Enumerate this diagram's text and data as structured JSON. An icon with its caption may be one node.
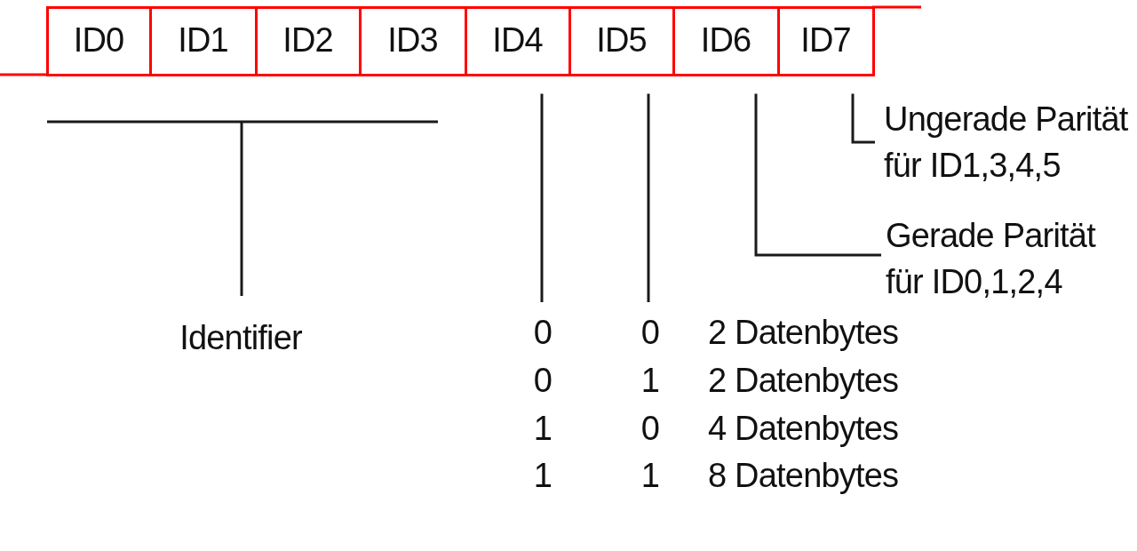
{
  "diagram": {
    "nodes": [
      {
        "text": [
          "ID0"
        ]
      },
      {
        "text": [
          "ID1"
        ]
      },
      {
        "text": [
          "ID2"
        ]
      },
      {
        "text": [
          "ID3"
        ]
      },
      {
        "text": [
          "ID4"
        ]
      },
      {
        "text": [
          "ID5"
        ]
      },
      {
        "text": [
          "ID6"
        ]
      },
      {
        "text": [
          "ID7"
        ]
      },
      {
        "text": [
          "Ungerade Parität für ID1,3,4,5"
        ]
      },
      {
        "text": [
          "Gerade Parität für ID0,1,2,4"
        ]
      }
    ],
    "edges": [
      {
        "from": 4,
        "to": null,
        "arrow": "none"
      },
      {
        "from": 5,
        "to": null,
        "arrow": "none"
      },
      {
        "from": 6,
        "to": 9,
        "arrow": "none"
      },
      {
        "from": 7,
        "to": 8,
        "arrow": "none"
      }
    ],
    "labels": [
      "Identifier",
      "0",
      "0",
      "2 Datenbytes",
      "0",
      "1",
      "2 Datenbytes",
      "1",
      "0",
      "4 Datenbytes",
      "1",
      "1",
      "8 Datenbytes"
    ]
  }
}
